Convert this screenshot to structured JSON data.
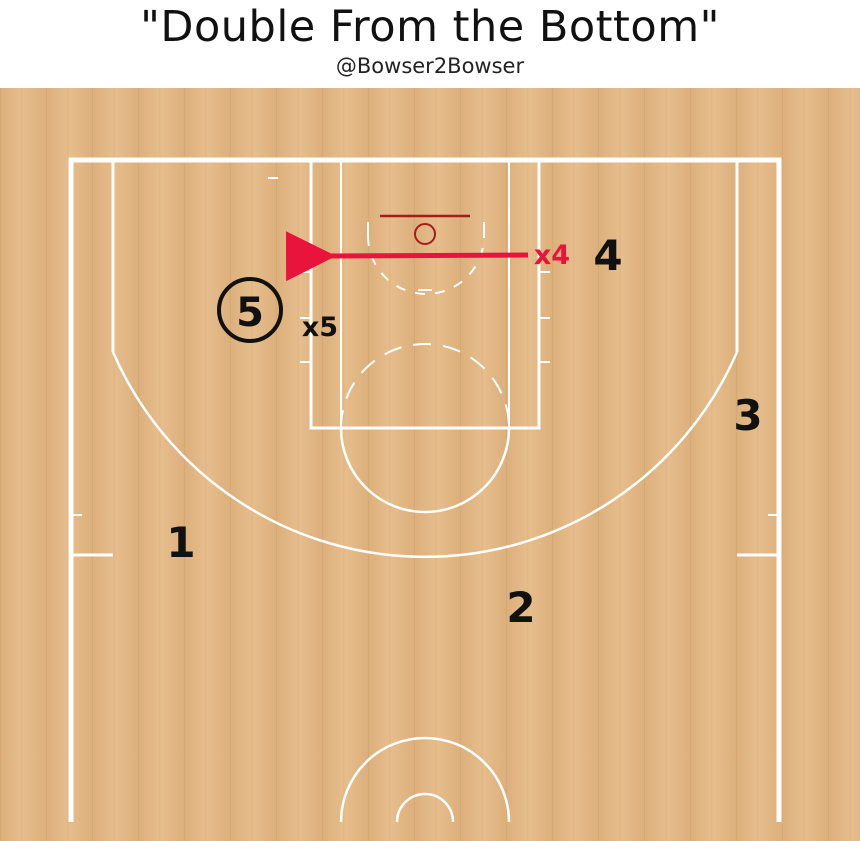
{
  "title": "\"Double From the Bottom\"",
  "subtitle": "@Bowser2Bowser",
  "colors": {
    "court_wood": "#E2B784",
    "lines": "#ffffff",
    "rim": "#a31d1d",
    "defense_highlight": "#e8143c",
    "player": "#111111"
  },
  "players": {
    "p1": "1",
    "p2": "2",
    "p3": "3",
    "p4": "4",
    "p5": "5",
    "x4": "x4",
    "x5": "x5"
  },
  "actions": [
    {
      "type": "movement-arrow",
      "from": "x4",
      "direction": "left",
      "color": "red"
    }
  ]
}
